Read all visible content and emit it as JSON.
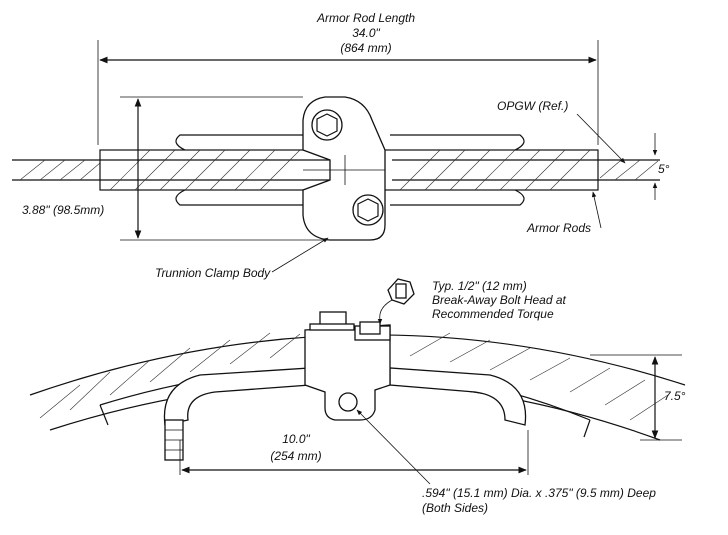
{
  "labels": {
    "armor_rod_length": "Armor Rod Length",
    "armor_rod_length_in": "34.0\"",
    "armor_rod_length_mm": "(864 mm)",
    "opgw": "OPGW (Ref.)",
    "angle_5": "5°",
    "height": "3.88\" (98.5mm)",
    "armor_rods": "Armor Rods",
    "trunnion": "Trunnion Clamp Body",
    "bolt_line1": "Typ. 1/2\" (12 mm)",
    "bolt_line2": "Break-Away Bolt Head at",
    "bolt_line3": "Recommended Torque",
    "angle_75": "7.5°",
    "length_10_in": "10.0\"",
    "length_10_mm": "(254 mm)",
    "hole_line1": ".594\" (15.1 mm) Dia. x .375\" (9.5 mm) Deep",
    "hole_line2": "(Both Sides)"
  }
}
